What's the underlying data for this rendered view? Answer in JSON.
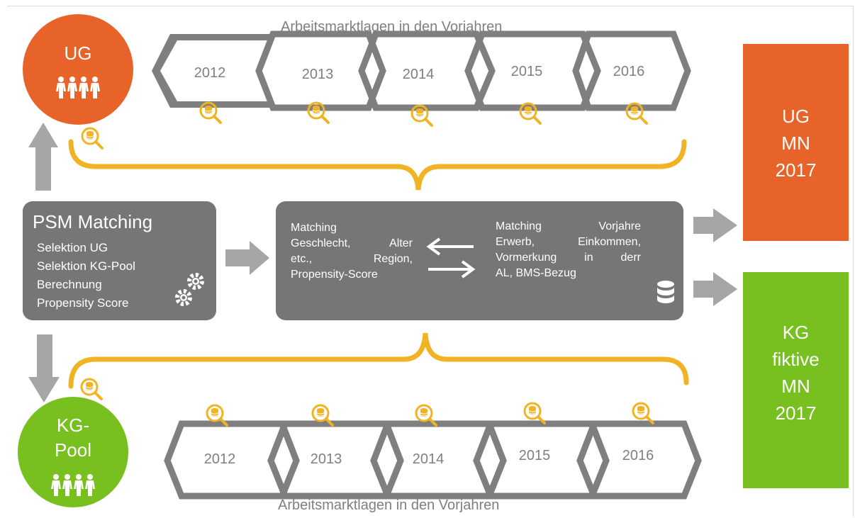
{
  "timeline_top": {
    "title": "Arbeitsmarktlagen in den Vorjahren",
    "years": [
      "2012",
      "2013",
      "2014",
      "2015",
      "2016"
    ]
  },
  "timeline_bottom": {
    "title": "Arbeitsmarktlagen in den Vorjahren",
    "years": [
      "2012",
      "2013",
      "2014",
      "2015",
      "2016"
    ]
  },
  "ug_circle": {
    "label": "UG"
  },
  "kg_circle": {
    "line1": "KG-",
    "line2": "Pool"
  },
  "psm_box": {
    "title": "PSM Matching",
    "lines": [
      "Selektion UG",
      "Selektion KG-Pool",
      "Berechnung",
      "Propensity Score"
    ]
  },
  "matching_box": {
    "left_lines": [
      [
        "Matching"
      ],
      [
        "Geschlecht,",
        "Alter"
      ],
      [
        "etc.,",
        "Region,"
      ],
      [
        "Propensity-Score"
      ]
    ],
    "right_lines": [
      [
        "Matching",
        "Vorjahre"
      ],
      [
        "Erwerb,",
        "Einkommen,"
      ],
      [
        "Vormerkung",
        "in",
        "derr"
      ],
      [
        "AL,",
        "BMS-Bezug"
      ]
    ]
  },
  "ug_result": {
    "lines": [
      "UG",
      "MN",
      "2017"
    ]
  },
  "kg_result": {
    "lines": [
      "KG",
      "fiktive",
      "MN",
      "2017"
    ]
  },
  "colors": {
    "orange": "#e8632a",
    "green": "#78c01f",
    "gray_dark": "#767676",
    "gray_arrow": "#a6a6a6",
    "gray_chevron": "#7f7f7f",
    "yellow": "#f0b323"
  }
}
